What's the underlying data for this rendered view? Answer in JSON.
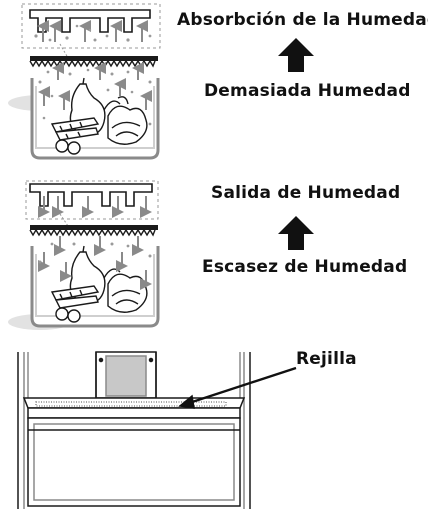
{
  "panel1": {
    "top_label": "Absorbción de la Humedad",
    "bottom_label": "Demasiada Humedad"
  },
  "panel2": {
    "top_label": "Salida de Humedad",
    "bottom_label": "Escasez de Humedad"
  },
  "panel3": {
    "callout_label": "Rejilla"
  },
  "colors": {
    "ink": "#1a1a1a",
    "gray": "#8a8a8a",
    "light_gray": "#d4d4d4",
    "shadow": "#e2e2e2"
  },
  "icons": [
    "arrow-up-icon",
    "arrow-up-icon",
    "callout-arrow-icon"
  ]
}
